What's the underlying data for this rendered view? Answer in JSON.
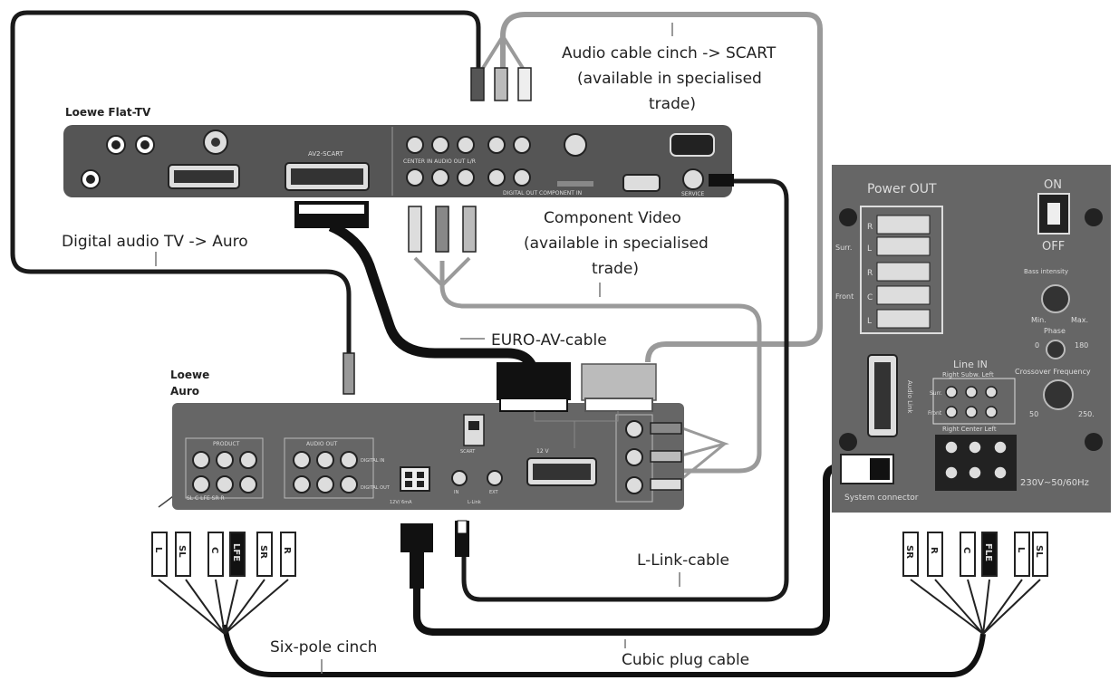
{
  "labels": {
    "tv_name": "Loewe Flat-TV",
    "auro_name_1": "Loewe",
    "auro_name_2": "Auro",
    "audio_cable_1": "Audio cable cinch -> SCART",
    "audio_cable_2": "(available in specialised",
    "audio_cable_3": "trade)",
    "component_1": "Component Video",
    "component_2": "(available in specialised",
    "component_3": "trade)",
    "digital_audio": "Digital audio TV -> Auro",
    "euro_av": "EURO-AV-cable",
    "l_link": "L-Link-cable",
    "six_pole": "Six-pole cinch",
    "cubic": "Cubic plug cable"
  },
  "tv_panel": {
    "av2_scart": "AV2-SCART",
    "center_in": "CENTER IN AUDIO OUT L/R",
    "digital_out": "DIGITAL OUT COMPONENT IN",
    "service": "SERVICE"
  },
  "auro_panel": {
    "product": "PRODUCT",
    "sl_c": "SL C LFE SR R",
    "audio_out": "AUDIO OUT",
    "digital_in": "DIGITAL IN",
    "digital_out": "DIGITAL OUT",
    "scart": "SCART",
    "volt_12": "12 V",
    "lvolt": "12V/ 6mA",
    "llink": "L-Link",
    "in": "IN",
    "ext": "EXT"
  },
  "subwoofer": {
    "power_out": "Power OUT",
    "on": "ON",
    "off": "OFF",
    "surr": "Surr.",
    "front": "Front",
    "r": "R",
    "l": "L",
    "c": "C",
    "bass_intensity": "Bass intensity",
    "min": "Min.",
    "max": "Max.",
    "phase": "Phase",
    "phase_0": "0",
    "phase_180": "180",
    "crossover": "Crossover Frequency",
    "freq_50": "50",
    "freq_250": "250.",
    "audio_link": "Audio Link",
    "line_in": "Line IN",
    "right_subw_left": "Right Subw. Left",
    "right_center_left": "Right Center Left",
    "surr_short": "Surr.",
    "front_short": "Front",
    "system_connector": "System connector",
    "mains": "230V~50/60Hz"
  },
  "plugs_left": [
    "L",
    "SL",
    "C",
    "LFE",
    "SR",
    "R"
  ],
  "plugs_right": [
    "SR",
    "R",
    "C",
    "FLE",
    "L",
    "SL"
  ]
}
